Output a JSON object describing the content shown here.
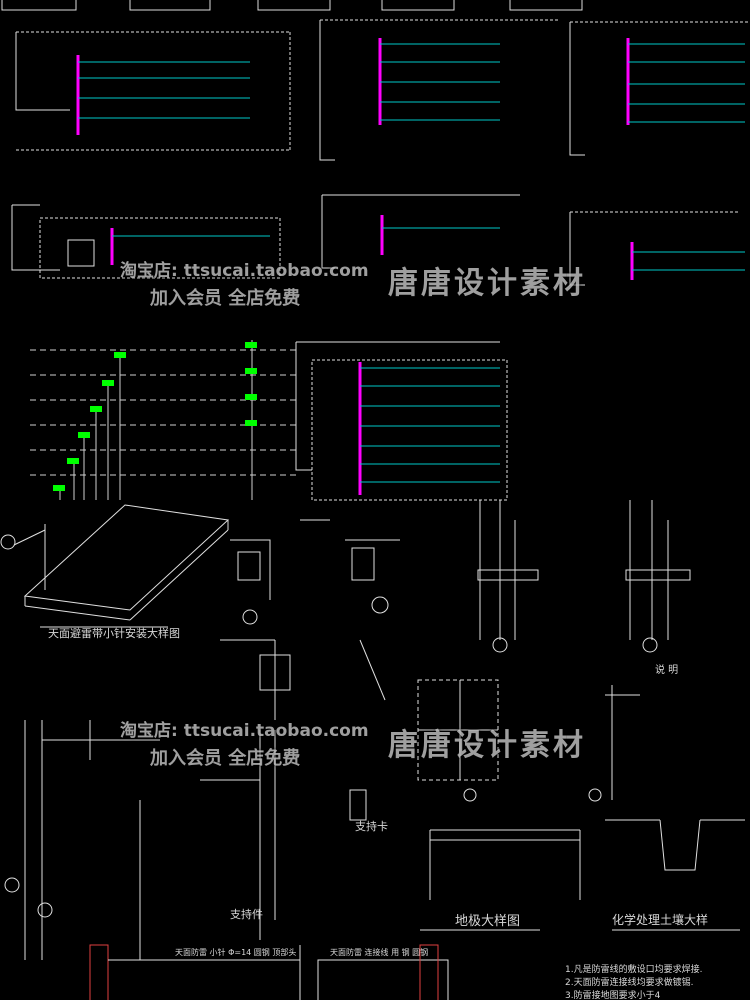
{
  "watermarks": {
    "shop": "淘宝店: ttsucai.taobao.com",
    "member": "加入会员 全店免费",
    "brand": "唐唐设计素材"
  },
  "drawing_labels": {
    "roof_detail": "天面避雷带小针安装大样图",
    "ground_grid": "地极大样图",
    "chem_soil": "化学处理土壤大样",
    "support": "支持卡",
    "bracket": "支持件",
    "notes_title": "说 明",
    "note1": "1.凡是防雷线的敷设口均要求焊接.",
    "note2": "2.天面防雷连接线均要求做镀锡.",
    "note3": "3.防雷接地图要求小于4",
    "roof_conn": "天面防雷 小针 Φ=14 圆钢 顶部头",
    "roof_conn2": "天面防雷 连接线 用 钢 圆钢"
  },
  "colors": {
    "background": "#000000",
    "line": "#e6e6e6",
    "bus": "#ff00ff",
    "circuit": "#00c8c8",
    "green": "#00ff00",
    "dim_white": "#cfcfcf"
  }
}
